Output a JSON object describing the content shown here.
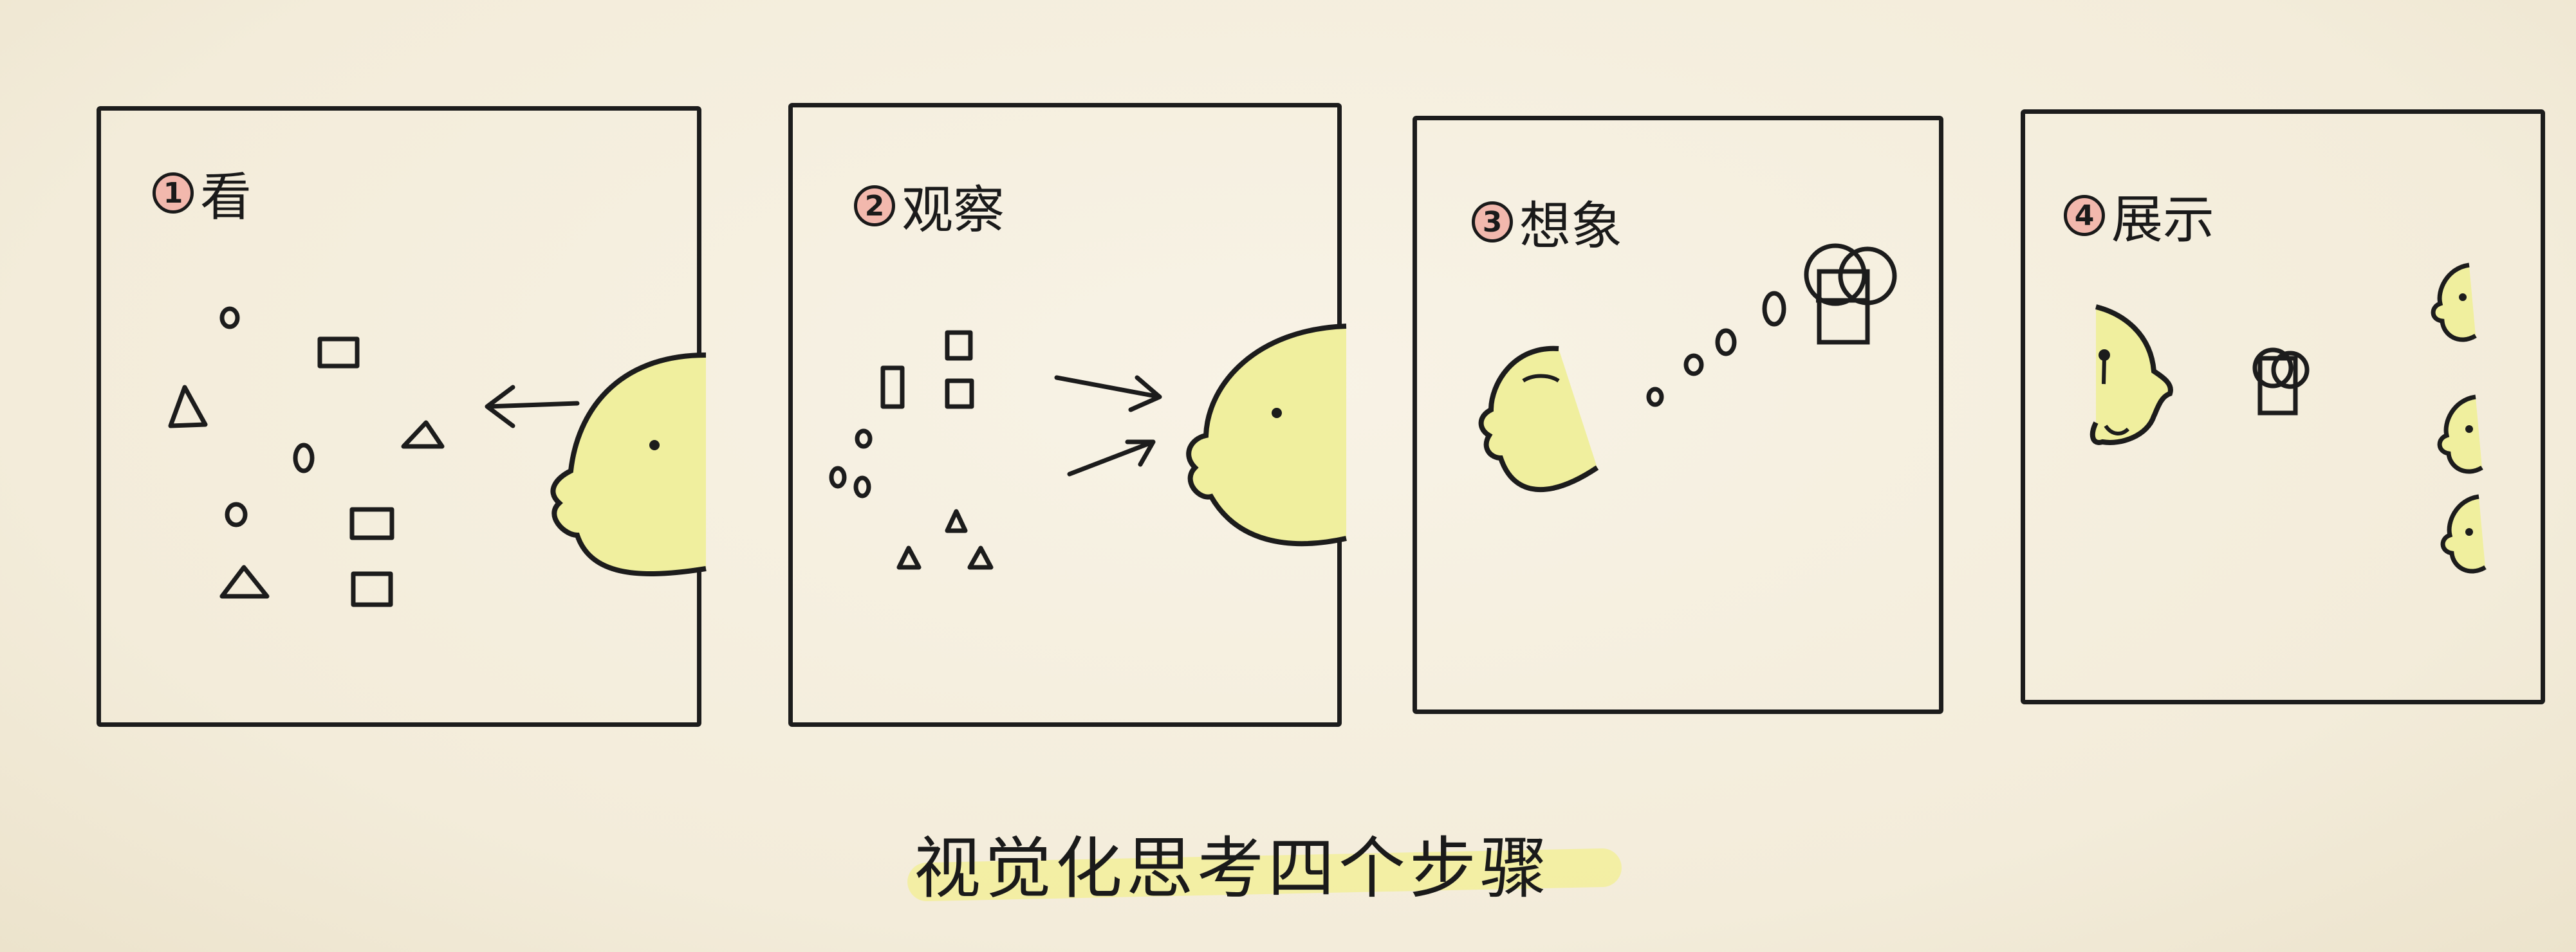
{
  "steps": [
    {
      "number": "1",
      "label": "看"
    },
    {
      "number": "2",
      "label": "观察"
    },
    {
      "number": "3",
      "label": "想象"
    },
    {
      "number": "4",
      "label": "展示"
    }
  ],
  "caption": "视觉化思考四个步骤",
  "colors": {
    "ink": "#1c1c1c",
    "face_highlight": "#f0ef9e",
    "number_fill": "#f2b8ad",
    "caption_highlight": "#f2ef9a"
  }
}
